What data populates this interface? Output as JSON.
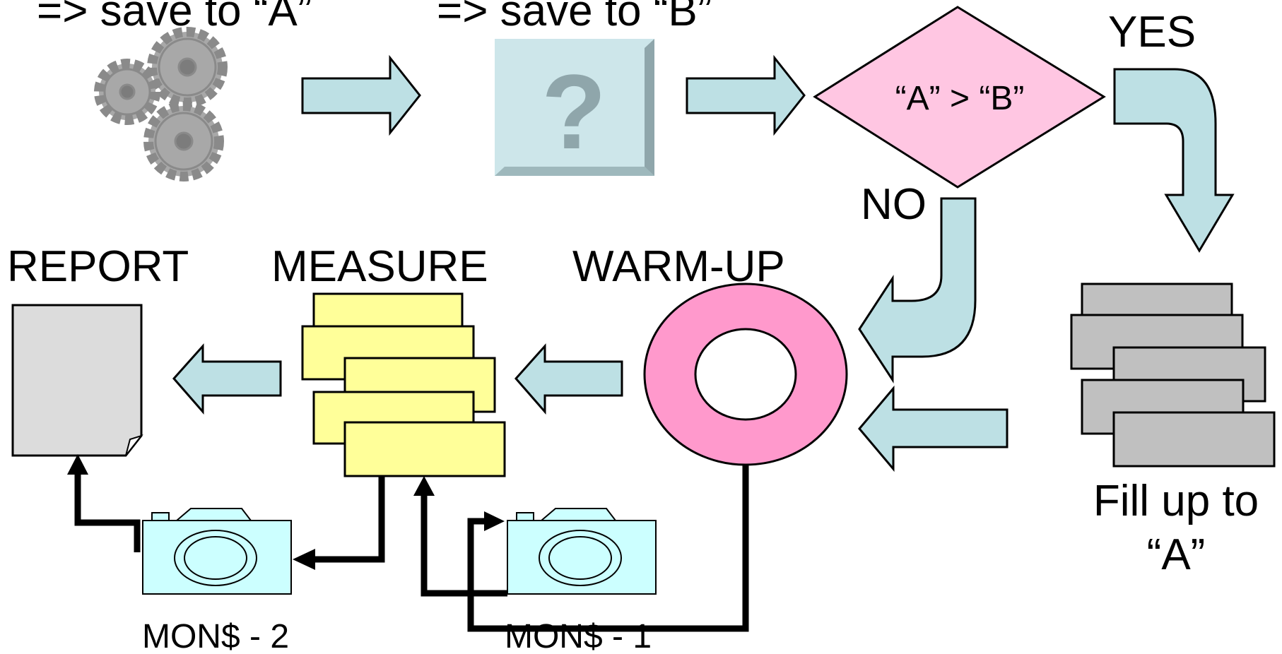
{
  "labels": {
    "save_a": "=> save to “A”",
    "save_b": "=> save to “B”",
    "compare": "“A”  > “B”",
    "question": "?",
    "yes": "YES",
    "no": "NO",
    "report": "REPORT",
    "measure": "MEASURE",
    "warm_up": "WARM-UP",
    "fill_line1": "Fill up to",
    "fill_line2": "“A”",
    "mon2": "MON$ - 2",
    "mon1": "MON$ - 1"
  },
  "colors": {
    "arrow_fill": "#bde0e4",
    "diamond_fill": "#ffc6e2",
    "ring_fill": "#ff99cc",
    "box_fill": "#ffff99",
    "gray_stack_fill": "#c0c0c0",
    "report_fill": "#dcdcdc",
    "camera_fill": "#ccffff",
    "question_box_fill": "#cde6ea"
  }
}
